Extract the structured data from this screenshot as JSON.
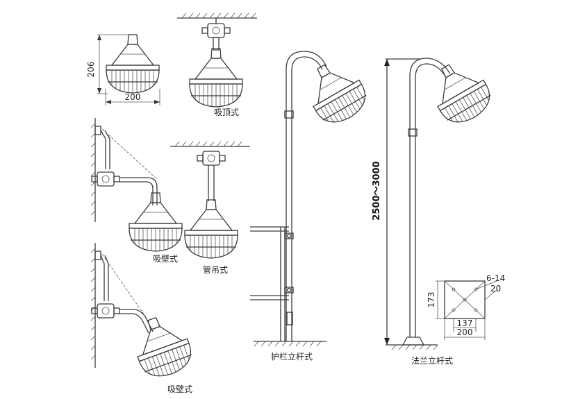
{
  "dimensions": {
    "lamp_height": "206",
    "lamp_width": "200",
    "pole_height": "2500～3000",
    "bolt_spec": "6-14",
    "flange_offset": "20",
    "flange_side": "173",
    "flange_inner": "137",
    "flange_outer": "200"
  },
  "captions": {
    "ceiling": "吸顶式",
    "wall1": "吸壁式",
    "pendant": "管吊式",
    "wall2": "吸壁式",
    "rail_pole": "护栏立杆式",
    "flange_pole": "法兰立杆式"
  }
}
